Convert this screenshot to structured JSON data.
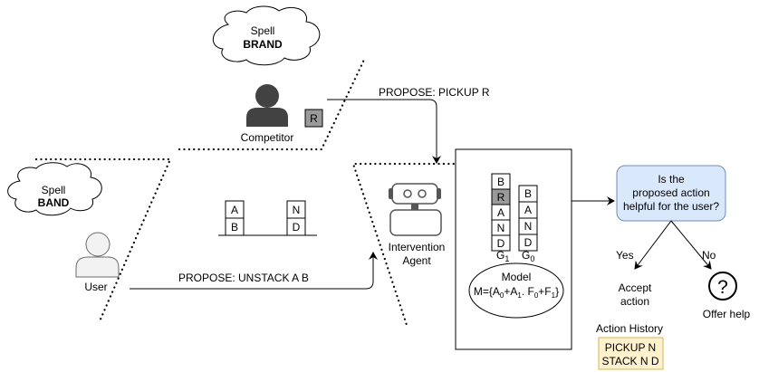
{
  "competitor": {
    "thought_line1": "Spell",
    "thought_line2": "BRAND",
    "label": "Competitor",
    "held_block": "R",
    "proposal": "PROPOSE: PICKUP R"
  },
  "user": {
    "thought_line1": "Spell",
    "thought_line2": "BAND",
    "label": "User",
    "proposal": "PROPOSE:  UNSTACK A B"
  },
  "table_stacks": [
    [
      "A",
      "B"
    ],
    [
      "N",
      "D"
    ]
  ],
  "agent": {
    "label_line1": "Intervention",
    "label_line2": "Agent"
  },
  "goals": {
    "g1": {
      "label": "G",
      "sub": "1",
      "blocks": [
        "B",
        "R",
        "A",
        "N",
        "D"
      ],
      "highlight_index": 1
    },
    "g0": {
      "label": "G",
      "sub": "0",
      "blocks": [
        "B",
        "A",
        "N",
        "D"
      ]
    }
  },
  "model": {
    "title": "Model",
    "formula_prefix": "M={A",
    "s1": "0",
    "p2": "+A",
    "s2": "1",
    "p3": ". F",
    "s3": "0",
    "p4": "+F",
    "s4": "1",
    "p5": "}"
  },
  "decision": {
    "line1": "Is the",
    "line2": "proposed action",
    "line3": "helpful for the user?",
    "yes_label": "Yes",
    "no_label": "No",
    "accept_line1": "Accept",
    "accept_line2": "action",
    "offer_label": "Offer help"
  },
  "history": {
    "title": "Action History",
    "items": [
      "PICKUP N",
      "STACK N D"
    ]
  },
  "colors": {
    "decision_fill": "#dae8fc",
    "decision_stroke": "#6c8ebf",
    "history_fill": "#fff2cc",
    "history_stroke": "#d6b656",
    "held_block_fill": "#9a9a9a",
    "competitor_figure": "#424242",
    "user_figure": "#f2f2f2"
  }
}
